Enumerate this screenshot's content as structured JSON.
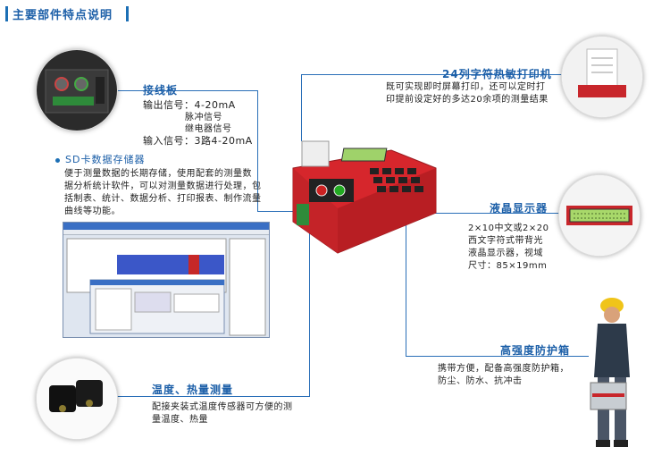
{
  "header": {
    "title": "主要部件特点说明"
  },
  "terminal": {
    "title": "接线板",
    "lines": [
      "输出信号：4-20mA",
      "脉冲信号",
      "继电器信号",
      "输入信号：3路4-20mA"
    ]
  },
  "sdcard": {
    "title": "SD卡数据存储器",
    "desc": [
      "便于测量数据的长期存储，使用配套的测量数",
      "据分析统计软件，可以对测量数据进行处理，包",
      "括制表、统计、数据分析、打印报表、制作流量",
      "曲线等功能。"
    ]
  },
  "printer": {
    "title": "24列字符热敏打印机",
    "desc": [
      "既可实现即时屏幕打印，还可以定时打",
      "印提前设定好的多达20余项的测量结果"
    ]
  },
  "lcd": {
    "title": "液晶显示器",
    "desc": [
      "2×10中文或2×20",
      "西文字符式带背光",
      "液晶显示器，视域",
      "尺寸：85×19mm"
    ]
  },
  "case": {
    "title": "高强度防护箱",
    "desc": [
      "携带方便，配备高强度防护箱，",
      "防尘、防水、抗冲击"
    ]
  },
  "temp": {
    "title": "温度、热量测量",
    "desc": [
      "配接夹装式温度传感器可方便的测",
      "量温度、热量"
    ]
  },
  "colors": {
    "accent": "#1c5fa8",
    "device": "#d6262c",
    "line": "#2a6fb8"
  }
}
